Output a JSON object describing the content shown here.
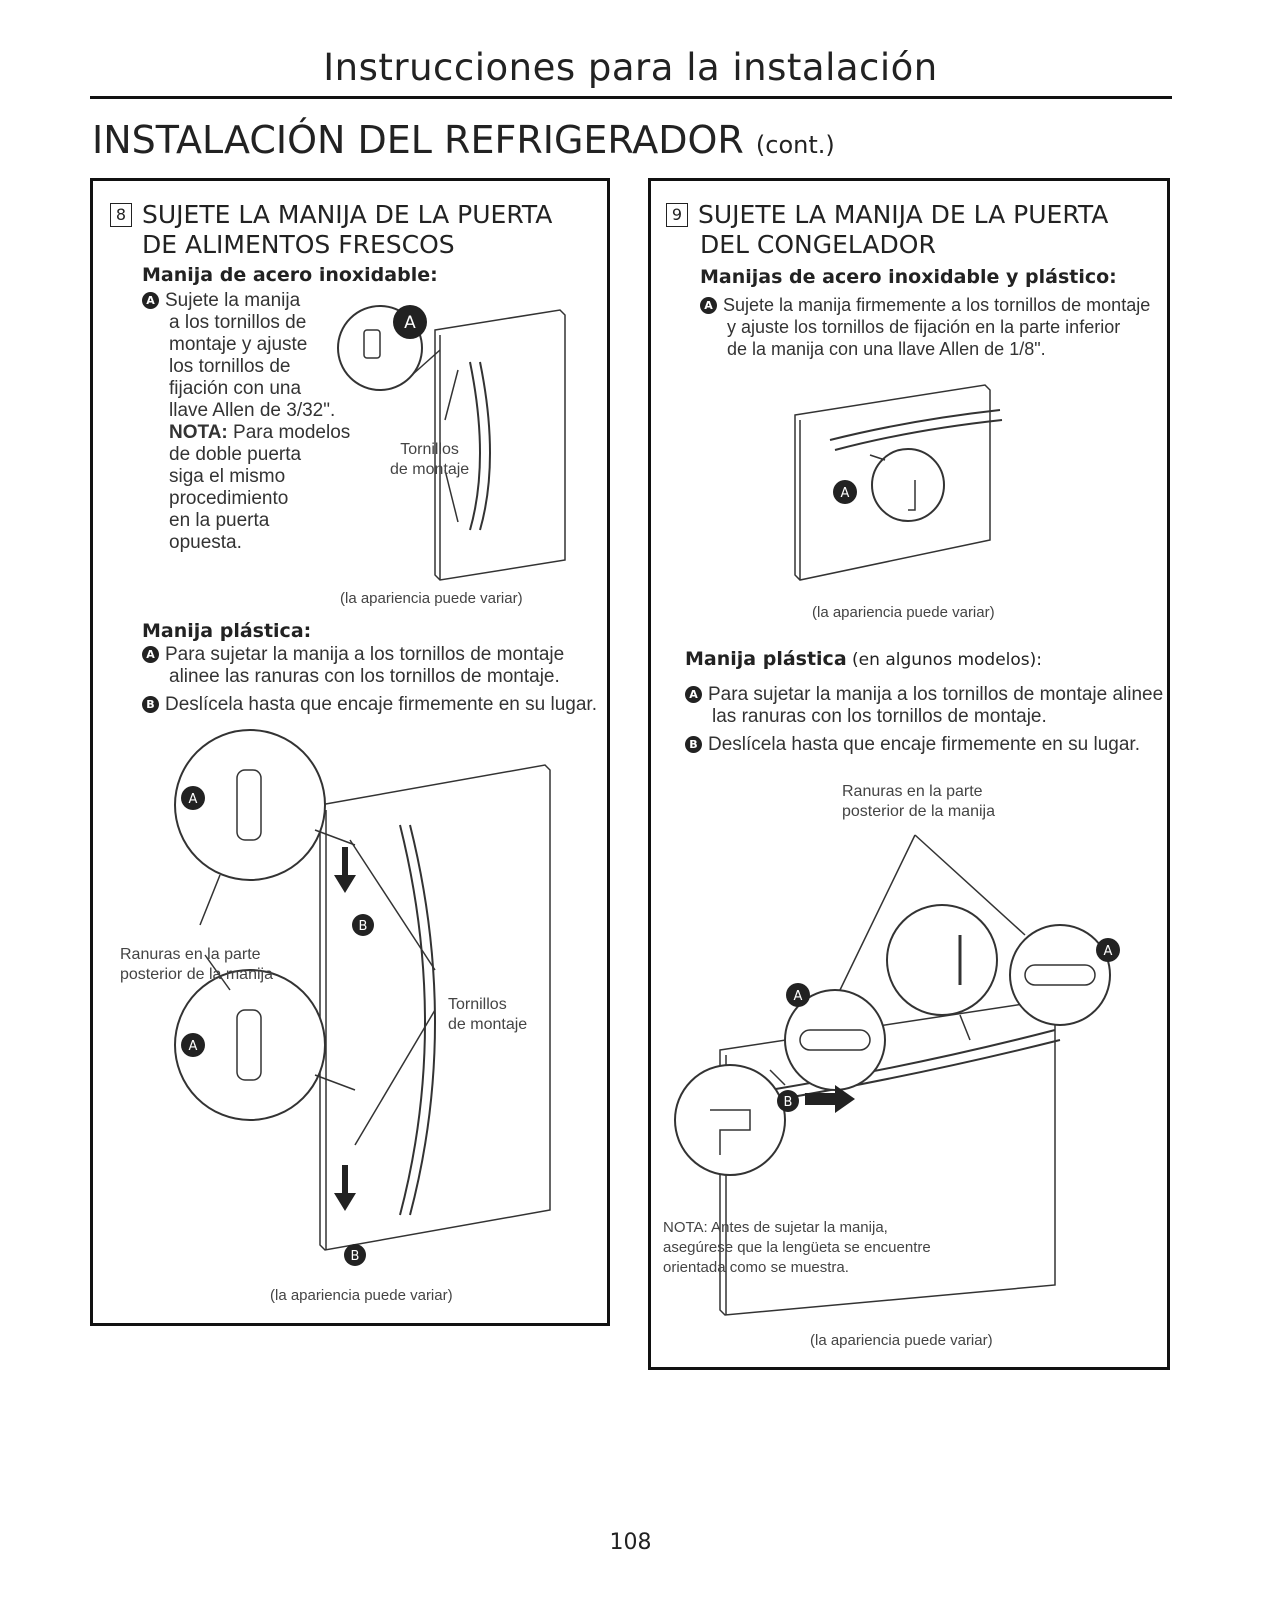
{
  "header": {
    "title": "Instrucciones para la instalación",
    "section_title": "INSTALACIÓN DEL REFRIGERADOR",
    "section_cont": "(cont.)"
  },
  "left_panel": {
    "step_number": "8",
    "title_line1": "SUJETE LA MANIJA DE LA PUERTA",
    "title_line2": "DE ALIMENTOS FRESCOS",
    "steel_heading": "Manija de acero inoxidable:",
    "steel_badge": "A",
    "steel_lines": [
      "Sujete la manija",
      "a los tornillos de",
      "montaje y ajuste",
      "los tornillos de",
      "fijación con una",
      "llave Allen de 3/32\"."
    ],
    "note_label": "NOTA:",
    "note_first": " Para modelos",
    "note_lines": [
      "de doble puerta",
      "siga el mismo",
      "procedimiento",
      "en la puerta",
      "opuesta."
    ],
    "fig1_label_line1": "Tornillos",
    "fig1_label_line2": "de montaje",
    "fig1_badge": "A",
    "fig1_caption": "(la apariencia puede variar)",
    "plastic_heading": "Manija plástica:",
    "plastic_a": "Para sujetar la manija a los tornillos de montaje",
    "plastic_a2": "alinee las ranuras con los tornillos de montaje.",
    "plastic_b": "Deslícela hasta que encaje firmemente en su lugar.",
    "badge_a": "A",
    "badge_b": "B",
    "fig2_slots_line1": "Ranuras en la parte",
    "fig2_slots_line2": "posterior de la manija",
    "fig2_screws_line1": "Tornillos",
    "fig2_screws_line2": "de montaje",
    "fig2_caption": "(la apariencia puede variar)"
  },
  "right_panel": {
    "step_number": "9",
    "title_line1": "SUJETE LA MANIJA DE LA PUERTA",
    "title_line2": "DEL CONGELADOR",
    "steel_heading": "Manijas de acero inoxidable y plástico:",
    "steel_lines": [
      "Sujete la manija firmemente a los tornillos de montaje",
      "y ajuste los tornillos de fijación en la parte inferior",
      "de la manija con una llave Allen de 1/8\"."
    ],
    "fig1_caption": "(la apariencia puede variar)",
    "plastic_heading": "Manija plástica",
    "plastic_heading_suffix": " (en algunos modelos):",
    "plastic_a": "Para sujetar la manija a los tornillos de montaje alinee",
    "plastic_a2": "las ranuras con los tornillos de montaje.",
    "plastic_b": "Deslícela hasta que encaje firmemente en su lugar.",
    "badge_a": "A",
    "badge_b": "B",
    "fig2_slots_line1": "Ranuras en la parte",
    "fig2_slots_line2": "posterior de la manija",
    "fig2_note_line1": "NOTA: Antes de sujetar la manija,",
    "fig2_note_line2": "asegúrese que la lengüeta se encuentre",
    "fig2_note_line3": "orientada como se muestra.",
    "fig2_caption": "(la apariencia puede variar)"
  },
  "footer": {
    "page_number": "108"
  }
}
